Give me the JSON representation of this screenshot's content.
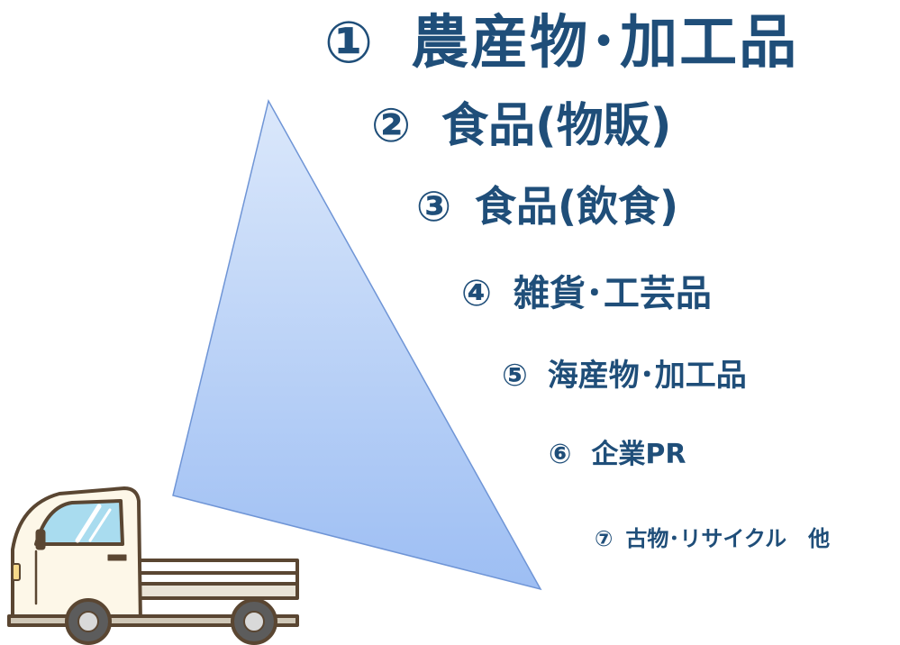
{
  "items": [
    {
      "number": "①",
      "label": "農産物･加工品"
    },
    {
      "number": "②",
      "label": "食品(物販)"
    },
    {
      "number": "③",
      "label": "食品(飲食)"
    },
    {
      "number": "④",
      "label": "雑貨･工芸品"
    },
    {
      "number": "⑤",
      "label": "海産物･加工品"
    },
    {
      "number": "⑥",
      "label": "企業PR"
    },
    {
      "number": "⑦",
      "label": "古物･リサイクル　他"
    }
  ],
  "colors": {
    "text": "#1f4e79",
    "triangle_top": "#dbe8fb",
    "triangle_bottom": "#9dbef3",
    "triangle_stroke": "#6f95d6",
    "truck_cab": "#fdf7e8",
    "truck_outline": "#5a4632",
    "truck_window": "#a9dcef",
    "tire": "#5c5c5c",
    "hubcap": "#d9d9d9"
  },
  "icons": [
    "triangle-shape",
    "kei-truck-icon"
  ]
}
